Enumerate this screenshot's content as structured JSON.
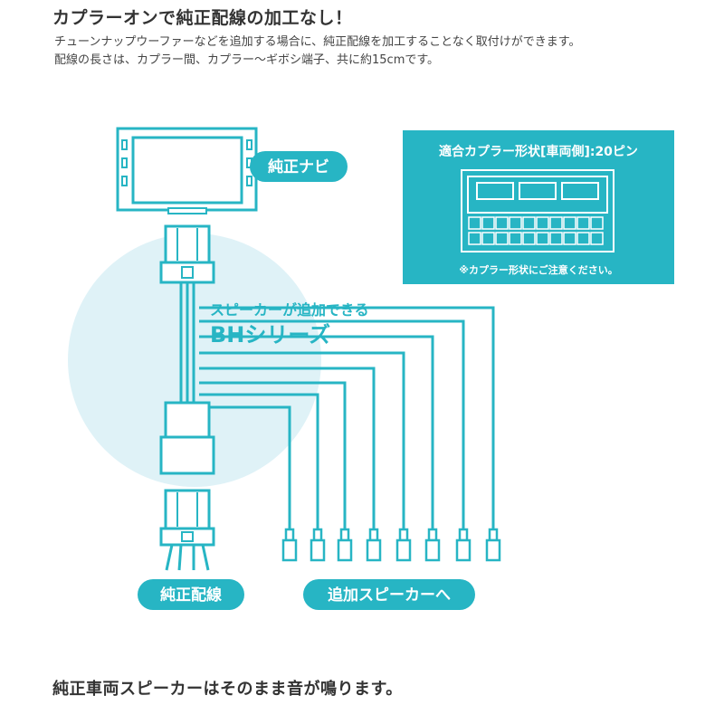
{
  "headline": "カプラーオンで純正配線の加工なし！",
  "description": {
    "line1": "チューンナップウーファーなどを追加する場合に、純正配線を加工することなく取付けができます。",
    "line2": "配線の長さは、カプラー間、カプラー〜ギボシ端子、共に約15cmです。"
  },
  "diagram": {
    "navi_label": "純正ナビ",
    "catch_line1": "スピーカーが追加できる",
    "catch_line2": "BHシリーズ",
    "coupler_box": {
      "title": "適合カプラー形状[車両側]:20ピン",
      "caution": "※カプラー形状にご注意ください。"
    },
    "harness_label": "純正配線",
    "speaker_label": "追加スピーカーへ"
  },
  "footer_note": "純正車両スピーカーはそのまま音が鳴ります。",
  "colors": {
    "teal": "#27b5c4",
    "dark_teal": "#1a96a5",
    "light_circle": "#dff2f7",
    "text": "#333333"
  }
}
